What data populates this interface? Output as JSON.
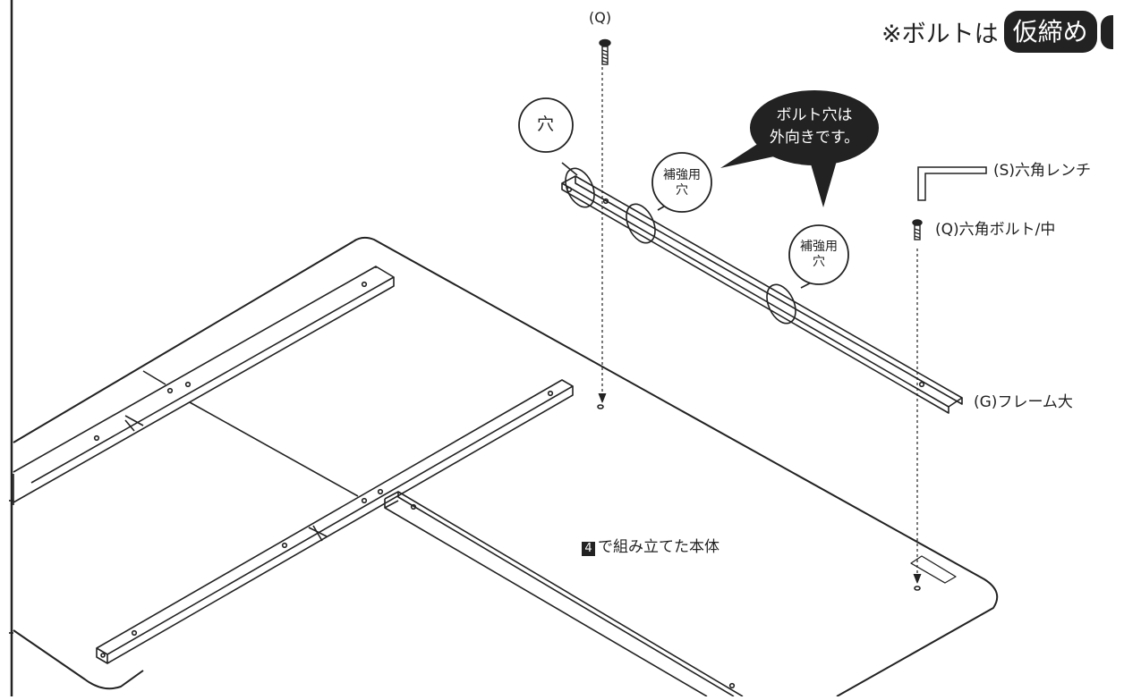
{
  "labels": {
    "q_top": "(Q)",
    "hole": "穴",
    "speech": [
      "ボルト穴は",
      "外向きです。"
    ],
    "reinforce_1": [
      "補強用",
      "穴"
    ],
    "reinforce_2": [
      "補強用",
      "穴"
    ],
    "wrench": "(S)六角レンチ",
    "bolt": "(Q)六角ボルト/中",
    "frame": "(G)フレーム大",
    "body_badge": "4",
    "body_text": "で組み立てた本体"
  },
  "note": {
    "prefix": "※ボルトは",
    "highlight": "仮締め"
  },
  "colors": {
    "ink": "#222222",
    "paper": "#ffffff"
  }
}
